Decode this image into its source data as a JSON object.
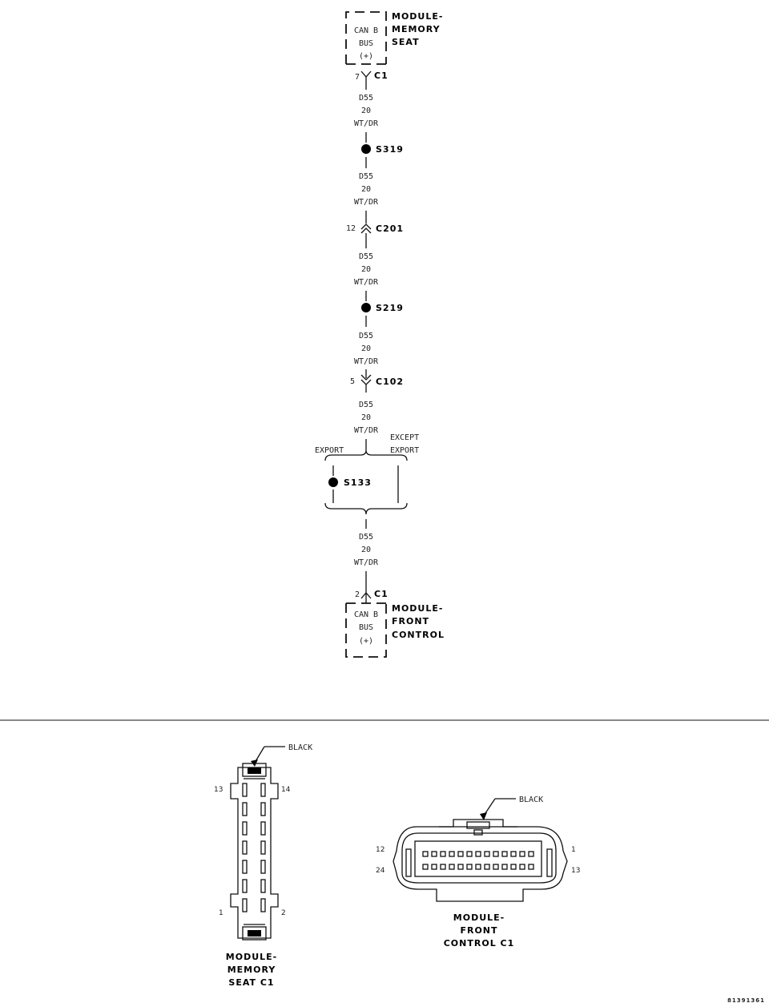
{
  "top_module": {
    "name_lines": [
      "MODULE-",
      "MEMORY",
      "SEAT"
    ],
    "circuit_lines": [
      "CAN B",
      "BUS",
      "(+)"
    ],
    "pin": "7",
    "connector": "C1"
  },
  "segments": [
    {
      "circuit": "D55",
      "gauge": "20",
      "color": "WT/DR"
    },
    {
      "circuit": "D55",
      "gauge": "20",
      "color": "WT/DR"
    },
    {
      "circuit": "D55",
      "gauge": "20",
      "color": "WT/DR"
    },
    {
      "circuit": "D55",
      "gauge": "20",
      "color": "WT/DR"
    },
    {
      "circuit": "D55",
      "gauge": "20",
      "color": "WT/DR"
    },
    {
      "circuit": "D55",
      "gauge": "20",
      "color": "WT/DR"
    }
  ],
  "splices": [
    {
      "id": "S319"
    },
    {
      "id": "S219"
    },
    {
      "id": "S133"
    }
  ],
  "inline_connectors": [
    {
      "pin": "12",
      "id": "C201"
    },
    {
      "pin": "5",
      "id": "C102"
    }
  ],
  "branch": {
    "left": "EXPORT",
    "right_lines": [
      "EXCEPT",
      "EXPORT"
    ]
  },
  "bottom_module": {
    "name_lines": [
      "MODULE-",
      "FRONT",
      "CONTROL"
    ],
    "circuit_lines": [
      "CAN B",
      "BUS",
      "(+)"
    ],
    "pin": "2",
    "connector": "C1"
  },
  "connector_views": {
    "memory_seat": {
      "color": "BLACK",
      "pins": {
        "top_left": "13",
        "top_right": "14",
        "bottom_left": "1",
        "bottom_right": "2"
      },
      "caption_lines": [
        "MODULE-",
        "MEMORY",
        "SEAT C1"
      ]
    },
    "front_control": {
      "color": "BLACK",
      "pins": {
        "top_left": "12",
        "top_right": "1",
        "bottom_left": "24",
        "bottom_right": "13"
      },
      "caption_lines": [
        "MODULE-",
        "FRONT",
        "CONTROL C1"
      ]
    }
  },
  "figure_id": "81391361"
}
